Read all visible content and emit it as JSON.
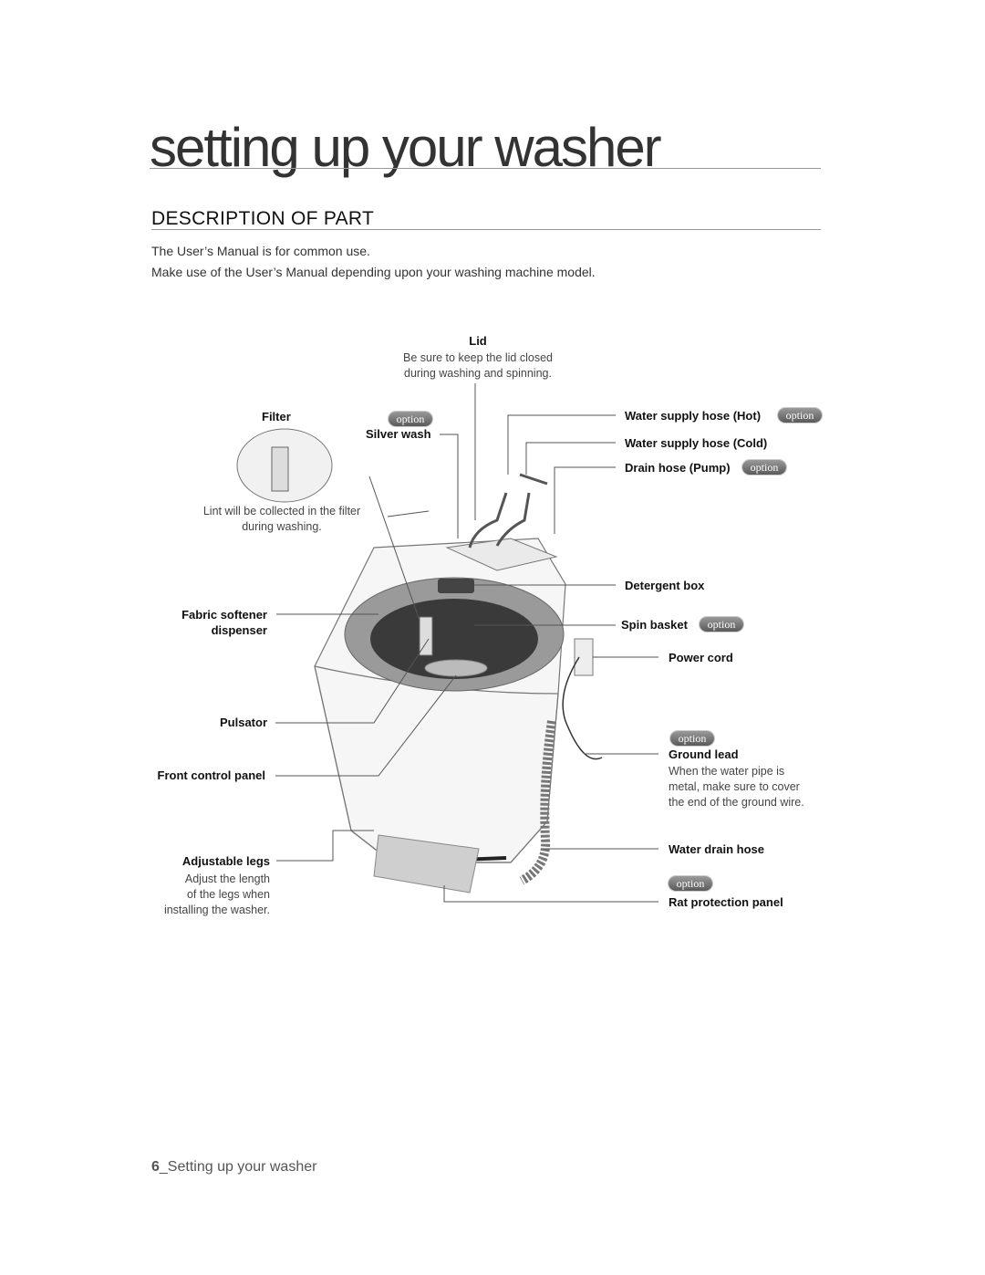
{
  "header": {
    "title": "setting up your washer",
    "section": "DESCRIPTION OF PART"
  },
  "intro": {
    "line1": "The User’s Manual is for common use.",
    "line2": "Make use of the User’s Manual depending upon your washing machine model."
  },
  "badge_text": "option",
  "parts": {
    "lid": {
      "label": "Lid",
      "note1": "Be sure to keep the lid closed",
      "note2": "during washing and spinning."
    },
    "filter": {
      "label": "Filter",
      "note1": "Lint will be collected in the filter",
      "note2": "during washing."
    },
    "silver_wash": {
      "label": "Silver wash"
    },
    "water_hot": {
      "label": "Water supply hose (Hot)"
    },
    "water_cold": {
      "label": "Water supply hose (Cold)"
    },
    "drain_pump": {
      "label": "Drain hose (Pump)"
    },
    "detergent": {
      "label": "Detergent box"
    },
    "fabric_softener": {
      "label1": "Fabric softener",
      "label2": "dispenser"
    },
    "spin_basket": {
      "label": "Spin basket"
    },
    "power_cord": {
      "label": "Power cord"
    },
    "pulsator": {
      "label": "Pulsator"
    },
    "ground_lead": {
      "label": "Ground lead",
      "note1": "When the water pipe is",
      "note2": "metal, make sure to cover",
      "note3": "the end of the ground wire."
    },
    "front_panel": {
      "label": "Front control panel"
    },
    "drain_hose": {
      "label": "Water drain hose"
    },
    "legs": {
      "label": "Adjustable legs",
      "note1": "Adjust the length",
      "note2": "of the legs when",
      "note3": "installing the washer."
    },
    "rat_panel": {
      "label": "Rat protection panel"
    }
  },
  "footer": {
    "page_number": "6",
    "text": "_Setting up your washer"
  }
}
